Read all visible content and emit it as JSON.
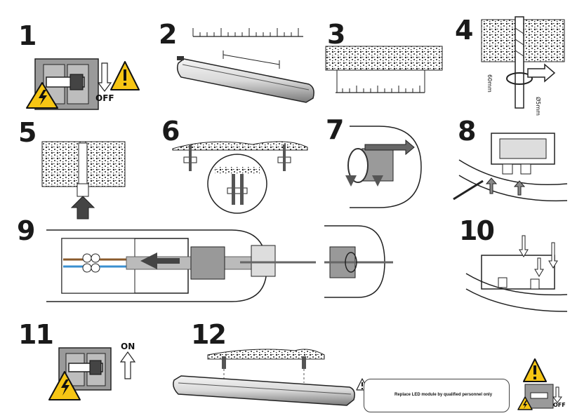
{
  "steps": {
    "s1": "1",
    "s2": "2",
    "s3": "3",
    "s4": "4",
    "s5": "5",
    "s6": "6",
    "s7": "7",
    "s8": "8",
    "s9": "9",
    "s10": "10",
    "s11": "11",
    "s12": "12"
  },
  "labels": {
    "off_1": "OFF",
    "on_11": "ON",
    "drill_60": "60mm",
    "drill_5": "Ø5mm",
    "off_12": "OFF"
  },
  "note": {
    "text": "Replace LED module by qualified personnel only"
  },
  "colors": {
    "warning_yellow": "#f6c514",
    "ink": "#1a1a1a",
    "grey_fill": "#9a9a9a",
    "wire_brown": "#8a5a2b",
    "wire_blue": "#3a8fd0"
  },
  "icons": [
    "warning-icon",
    "electric-hazard-icon",
    "arrow-icon",
    "drill-icon",
    "screw-icon"
  ]
}
